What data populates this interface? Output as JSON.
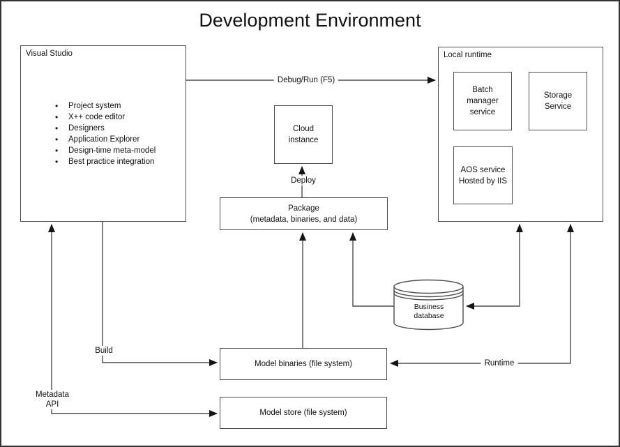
{
  "title": "Development Environment",
  "visual_studio": {
    "label": "Visual Studio",
    "features": [
      "Project system",
      "X++ code editor",
      "Designers",
      "Application Explorer",
      "Design-time meta-model",
      "Best practice integration"
    ]
  },
  "local_runtime": {
    "label": "Local runtime",
    "batch_manager_lines": [
      "Batch",
      "manager",
      "service"
    ],
    "storage_service_lines": [
      "Storage",
      "Service"
    ],
    "aos_service_lines": [
      "AOS service",
      "Hosted by IIS"
    ]
  },
  "cloud_instance_lines": [
    "Cloud",
    "instance"
  ],
  "package_lines": [
    "Package",
    "(metadata, binaries, and data)"
  ],
  "business_database_lines": [
    "Business",
    "database"
  ],
  "model_binaries_label": "Model binaries (file system)",
  "model_store_label": "Model store (file system)",
  "connectors": {
    "debug_run_label": "Debug/Run (F5)",
    "deploy_label": "Deploy",
    "build_label": "Build",
    "metadata_api_lines": [
      "Metadata",
      "API"
    ],
    "runtime_label": "Runtime"
  },
  "colors": {
    "line": "#4d4d4d",
    "arrowhead": "#151515",
    "canvas_background": "#ffffff",
    "text": "#111111"
  }
}
